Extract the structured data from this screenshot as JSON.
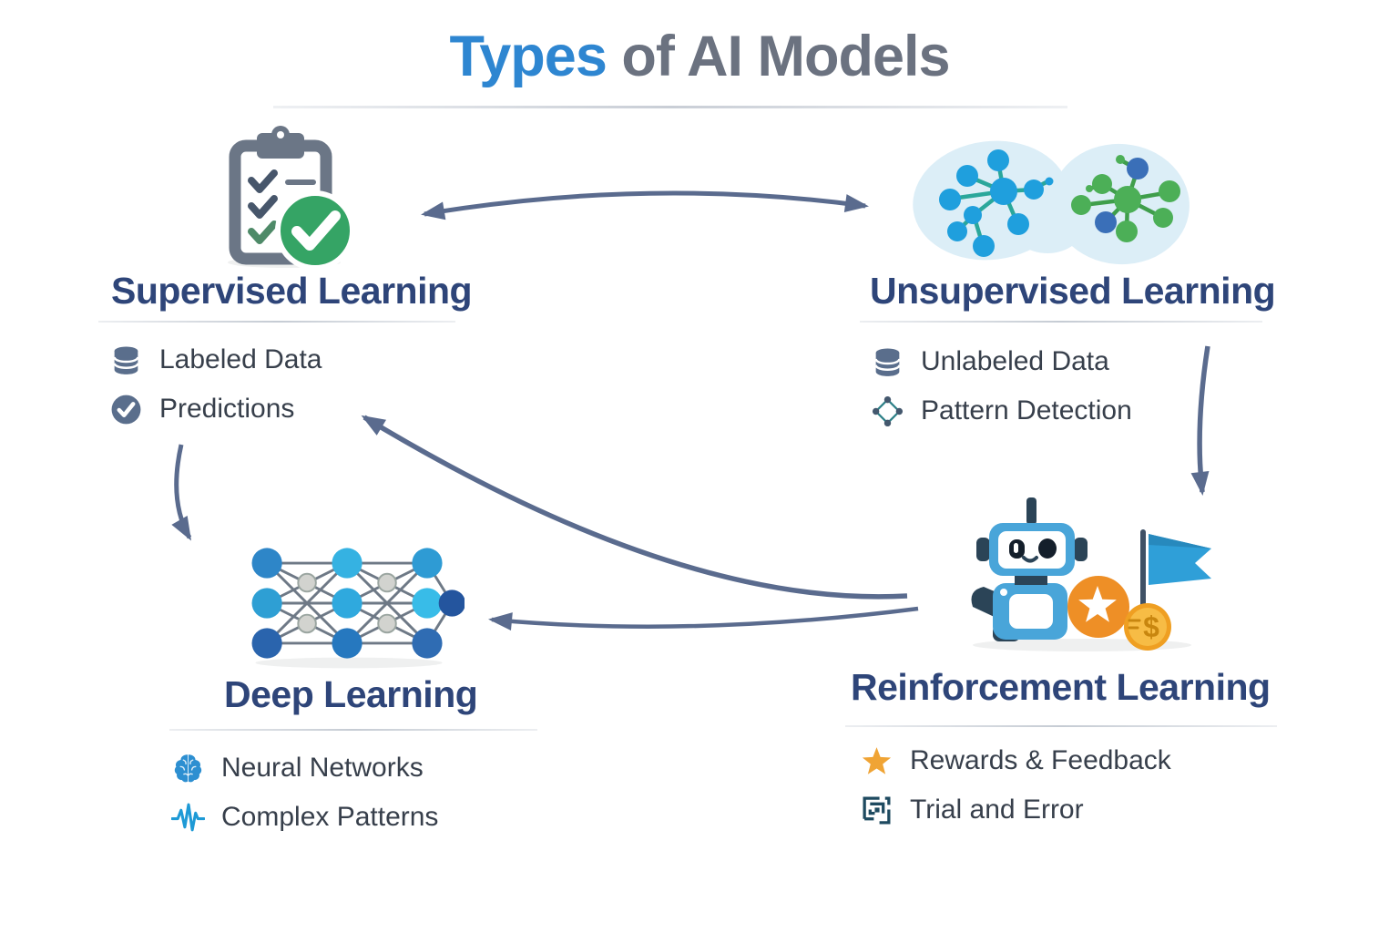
{
  "title": {
    "highlight": "Types",
    "rest": " of AI Models"
  },
  "sections": {
    "supervised": {
      "heading": "Supervised Learning",
      "icon": "clipboard-checklist-icon",
      "items": [
        {
          "icon": "database-icon",
          "label": "Labeled Data"
        },
        {
          "icon": "check-circle-icon",
          "label": "Predictions"
        }
      ]
    },
    "unsupervised": {
      "heading": "Unsupervised Learning",
      "icon": "cluster-nodes-icon",
      "items": [
        {
          "icon": "database-icon",
          "label": "Unlabeled Data"
        },
        {
          "icon": "pattern-diamond-icon",
          "label": "Pattern Detection"
        }
      ]
    },
    "deep": {
      "heading": "Deep Learning",
      "icon": "neural-network-icon",
      "items": [
        {
          "icon": "brain-icon",
          "label": "Neural Networks"
        },
        {
          "icon": "waveform-icon",
          "label": "Complex Patterns"
        }
      ]
    },
    "reinforcement": {
      "heading": "Reinforcement Learning",
      "icon": "robot-reward-icon",
      "items": [
        {
          "icon": "star-icon",
          "label": "Rewards & Feedback"
        },
        {
          "icon": "maze-icon",
          "label": "Trial and Error"
        }
      ]
    }
  },
  "arrows": [
    "supervised-unsupervised-double",
    "predictions-to-deep-learning",
    "reinforcement-to-predictions",
    "reinforcement-to-deep-learning",
    "unsupervised-to-reinforcement"
  ],
  "colors": {
    "title_accent": "#2e86d1",
    "title_gray": "#6b7280",
    "heading_navy": "#2e4579",
    "body_text": "#373f4b",
    "arrow": "#5a6b8e",
    "check_green": "#35a465",
    "cluster_blue": "#1f9fdd",
    "cluster_green": "#4caf57",
    "star_orange": "#f0a435",
    "maze_teal": "#1e4a60"
  }
}
